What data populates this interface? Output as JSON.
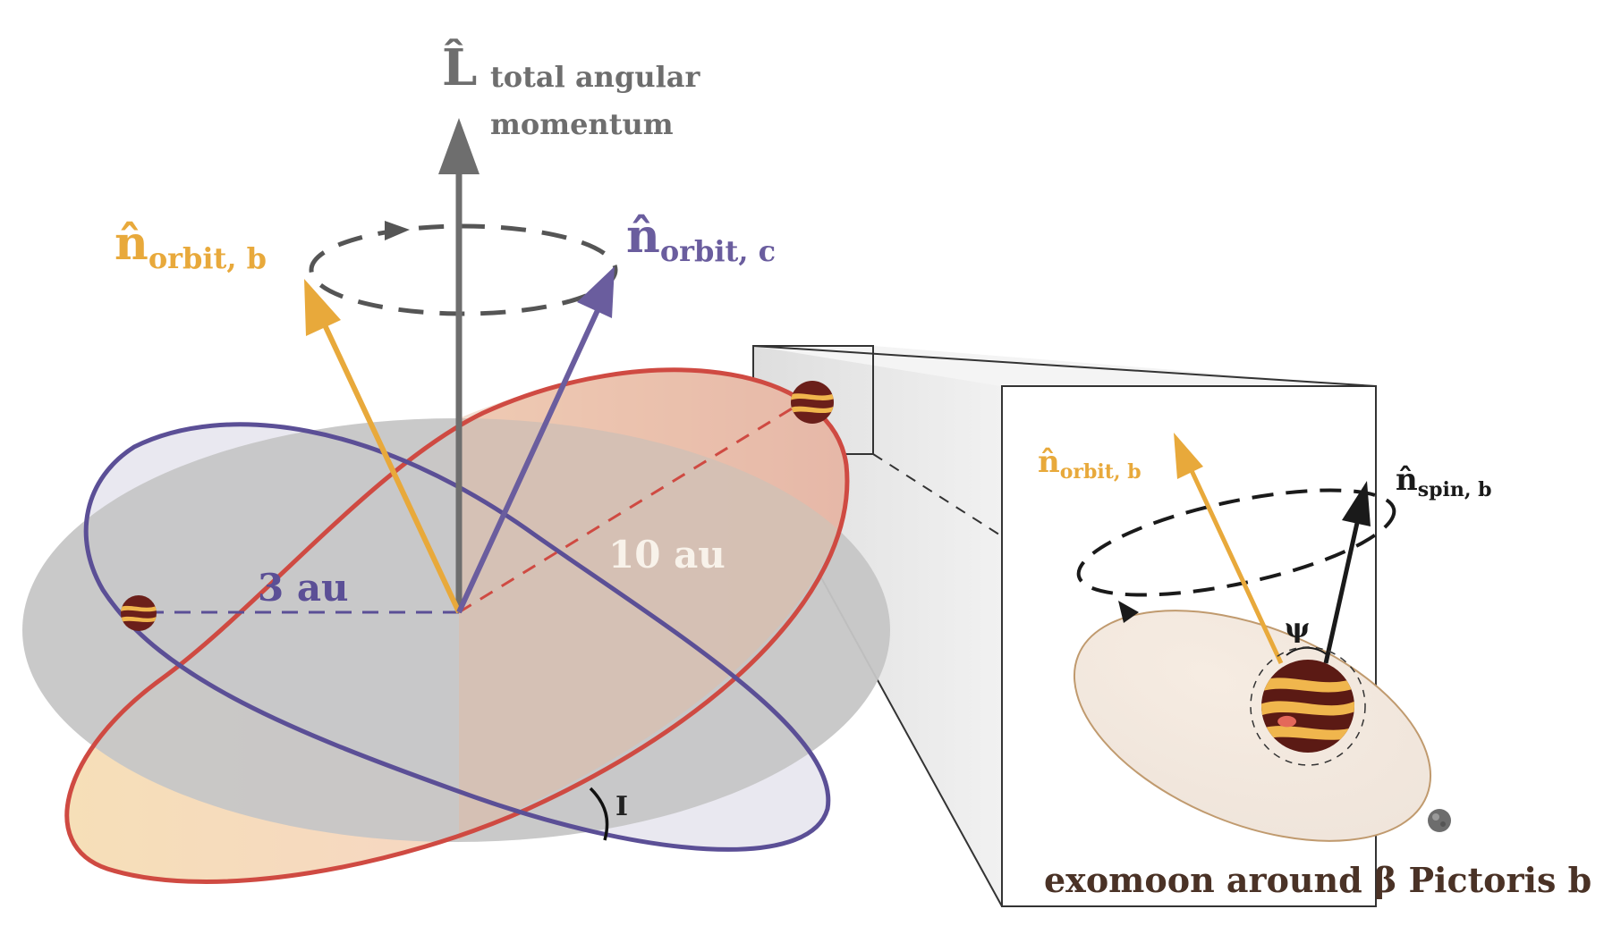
{
  "labels": {
    "L_hat": "L̂",
    "L_caption_line1": "total angular",
    "L_caption_line2": "momentum",
    "n_hat": "n̂",
    "n_orbit_b_sub": "orbit, b",
    "n_orbit_c_sub": "orbit, c",
    "dist_inner": "3 au",
    "dist_outer": "10 au",
    "inclination": "I",
    "inset_n_orbit_b_sub": "orbit, b",
    "inset_n_spin_b_sub": "spin, b",
    "psi": "ψ",
    "inset_caption": "exomoon around β Pictoris b"
  },
  "colors": {
    "orbit_b_arrow": "#e8a93b",
    "orbit_c_arrow": "#6a5d9e",
    "L_arrow": "#6e6e6e",
    "outer_orbit_line": "#cf4a42",
    "inner_orbit_line": "#5b4f96",
    "invariable_plane": "#c6c6c6",
    "inset_caption": "#4a3226",
    "spin_arrow": "#1a1a1a"
  },
  "icons": [
    "planet-b-icon",
    "planet-c-icon",
    "exomoon-icon"
  ]
}
